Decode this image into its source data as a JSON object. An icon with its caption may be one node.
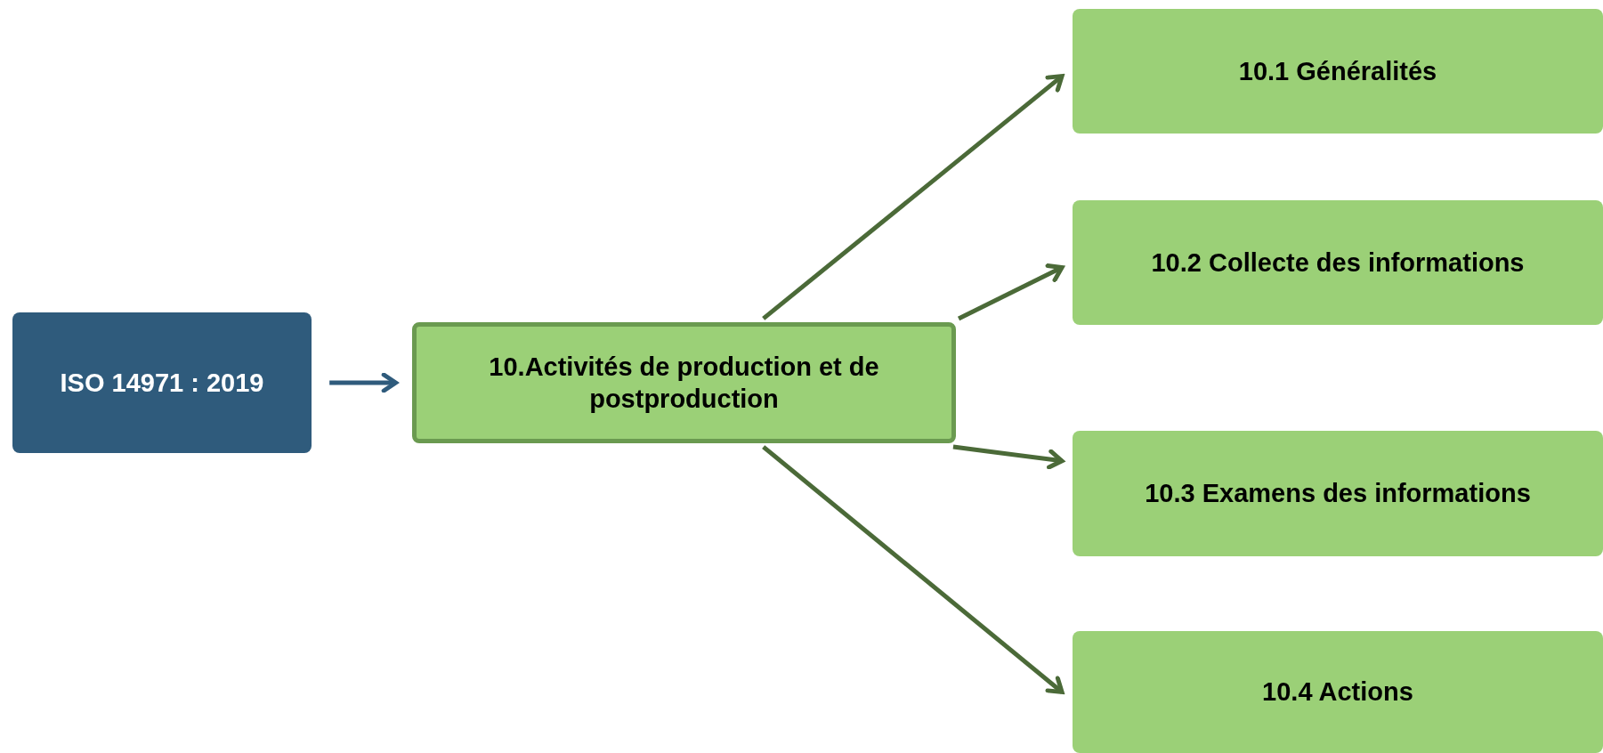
{
  "diagram": {
    "nodes": [
      {
        "text": [
          "ISO 14971 : 2019"
        ]
      },
      {
        "text": [
          "10.Activités de production et de postproduction"
        ]
      },
      {
        "text": [
          "10.1 Généralités"
        ]
      },
      {
        "text": [
          "10.2 Collecte des informations"
        ]
      },
      {
        "text": [
          "10.3 Examens des informations"
        ]
      },
      {
        "text": [
          "10.4 Actions"
        ]
      }
    ],
    "edges": [
      {
        "from": 0,
        "to": 1,
        "arrow": "to",
        "color": "#2f5b7c"
      },
      {
        "from": 1,
        "to": 2,
        "arrow": "to"
      },
      {
        "from": 1,
        "to": 3,
        "arrow": "to"
      },
      {
        "from": 1,
        "to": 4,
        "arrow": "to"
      },
      {
        "from": 1,
        "to": 5,
        "arrow": "to"
      }
    ]
  }
}
